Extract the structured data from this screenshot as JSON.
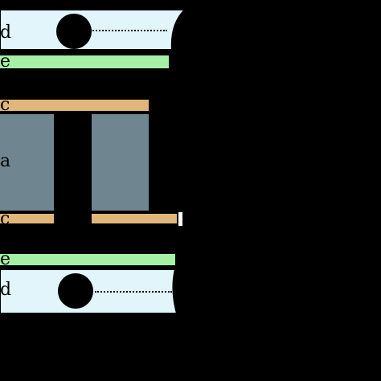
{
  "layers": {
    "d_top": "d",
    "e_top": "e",
    "c_top": "c",
    "a_mid": "a",
    "c_bottom": "c",
    "e_bottom": "e",
    "d_bottom": "d"
  },
  "colors": {
    "background": "#000000",
    "d_layer": "#e1f5fb",
    "e_layer": "#a6f0a6",
    "c_layer": "#e0b67a",
    "a_block": "#6f8590",
    "tab": "#ffffff"
  }
}
